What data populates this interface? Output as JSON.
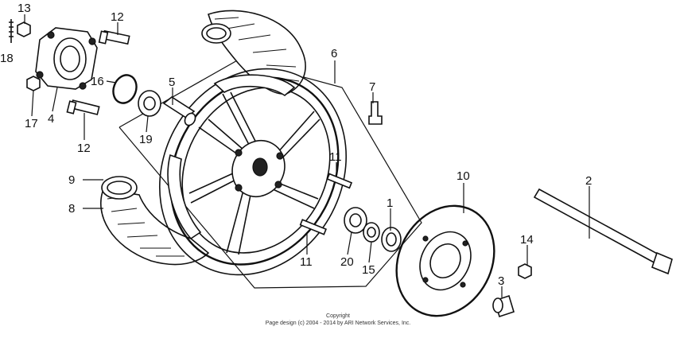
{
  "diagram": {
    "parts": [
      {
        "id": "p1",
        "label": "1"
      },
      {
        "id": "p2",
        "label": "2"
      },
      {
        "id": "p3",
        "label": "3"
      },
      {
        "id": "p4",
        "label": "4"
      },
      {
        "id": "p5",
        "label": "5"
      },
      {
        "id": "p6",
        "label": "6"
      },
      {
        "id": "p7",
        "label": "7"
      },
      {
        "id": "p8",
        "label": "8"
      },
      {
        "id": "p9",
        "label": "9"
      },
      {
        "id": "p10",
        "label": "10"
      },
      {
        "id": "p11a",
        "label": "11"
      },
      {
        "id": "p11b",
        "label": "11"
      },
      {
        "id": "p12a",
        "label": "12"
      },
      {
        "id": "p12b",
        "label": "12"
      },
      {
        "id": "p13",
        "label": "13"
      },
      {
        "id": "p14",
        "label": "14"
      },
      {
        "id": "p15",
        "label": "15"
      },
      {
        "id": "p16",
        "label": "16"
      },
      {
        "id": "p17",
        "label": "17"
      },
      {
        "id": "p18",
        "label": "18"
      },
      {
        "id": "p19",
        "label": "19"
      },
      {
        "id": "p20",
        "label": "20"
      }
    ]
  },
  "footer": {
    "line1": "Copyright",
    "line2": "Page design (c) 2004 - 2014 by ARI Network Services, Inc."
  }
}
